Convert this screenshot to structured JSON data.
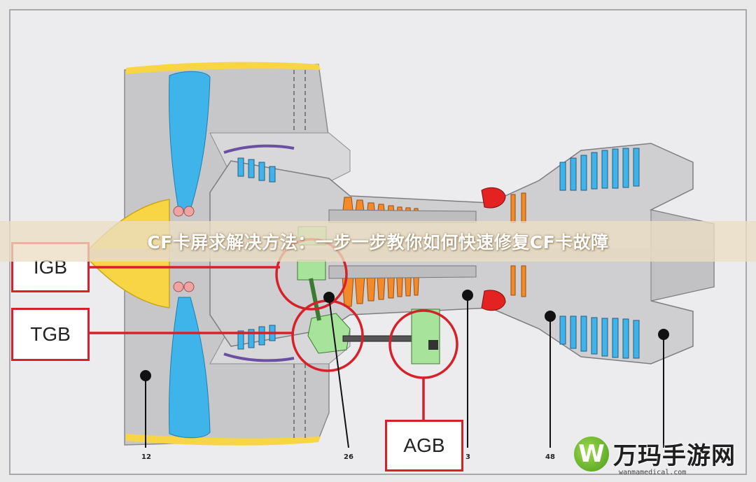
{
  "banner": {
    "title": "CF卡屏求解决方法：一步一步教你如何快速修复CF卡故障"
  },
  "callouts": {
    "igb": "IGB",
    "tgb": "TGB",
    "agb": "AGB"
  },
  "stations": {
    "s12": "12",
    "s26": "26",
    "s3": "3",
    "s48": "48"
  },
  "watermark": {
    "brand": "万玛手游网",
    "logo_letter": "W",
    "url": "wanmamedical.com"
  },
  "colors": {
    "fan_blue": "#3fb4ea",
    "spinner_yellow": "#f7d545",
    "compressor_orange": "#f28a2a",
    "combustor_red": "#e42222",
    "gearbox_green": "#a7e39b",
    "callout_red": "#d7212a",
    "casing_gray": "#c7c7c9",
    "liner_purple": "#6b4fa0"
  }
}
